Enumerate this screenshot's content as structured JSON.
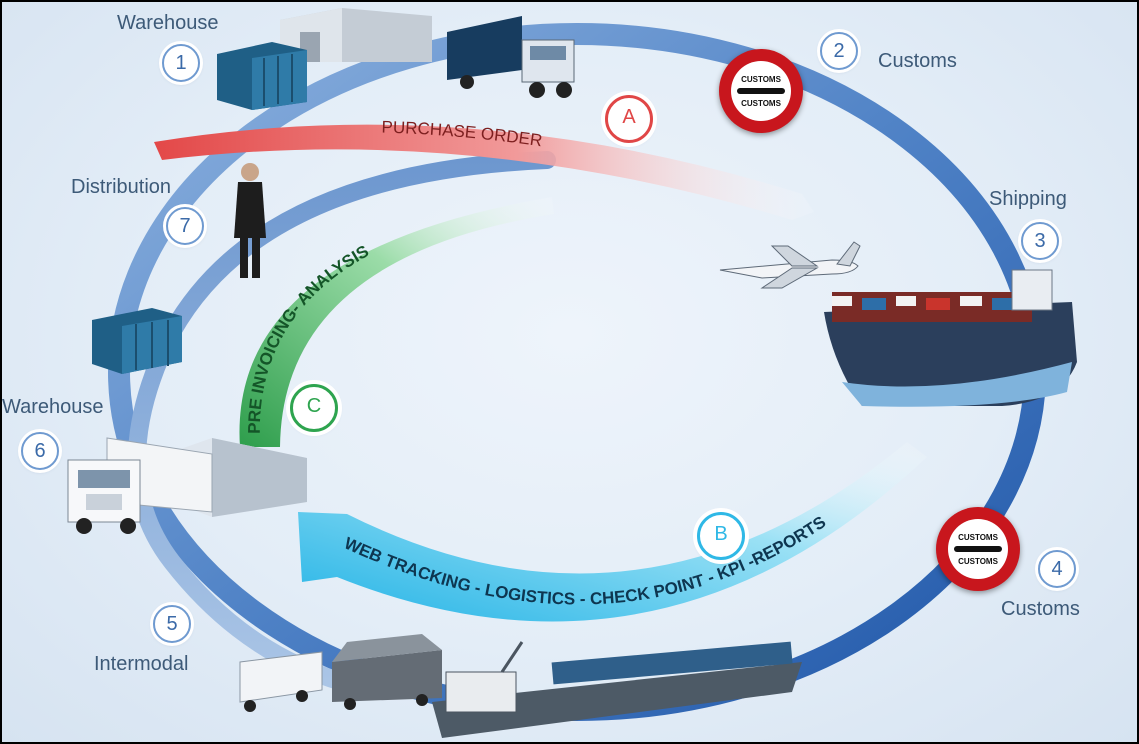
{
  "stages": [
    {
      "number": "1",
      "label": "Warehouse"
    },
    {
      "number": "2",
      "label": "Customs"
    },
    {
      "number": "3",
      "label": "Shipping"
    },
    {
      "number": "4",
      "label": "Customs"
    },
    {
      "number": "5",
      "label": "Intermodal"
    },
    {
      "number": "6",
      "label": "Warehouse"
    },
    {
      "number": "7",
      "label": "Distribution"
    }
  ],
  "flows": [
    {
      "letter": "A",
      "text": "PURCHASE ORDER",
      "color": "#e04646"
    },
    {
      "letter": "B",
      "text": "WEB TRACKING - LOGISTICS - CHECK POINT - KPI -REPORTS",
      "color": "#2fb8e6"
    },
    {
      "letter": "C",
      "text": "PRE INVOICING- ANALYSIS",
      "color": "#2ea44f"
    }
  ],
  "customs_signs": [
    {
      "top_text": "CUSTOMS",
      "bottom_text": "CUSTOMS"
    },
    {
      "top_text": "CUSTOMS",
      "bottom_text": "CUSTOMS"
    }
  ],
  "icons": [
    "warehouse-building-icon",
    "shipping-container-icon",
    "truck-icon",
    "airplane-icon",
    "cargo-ship-icon",
    "barge-icon",
    "train-locomotive-icon",
    "businessman-icon"
  ]
}
